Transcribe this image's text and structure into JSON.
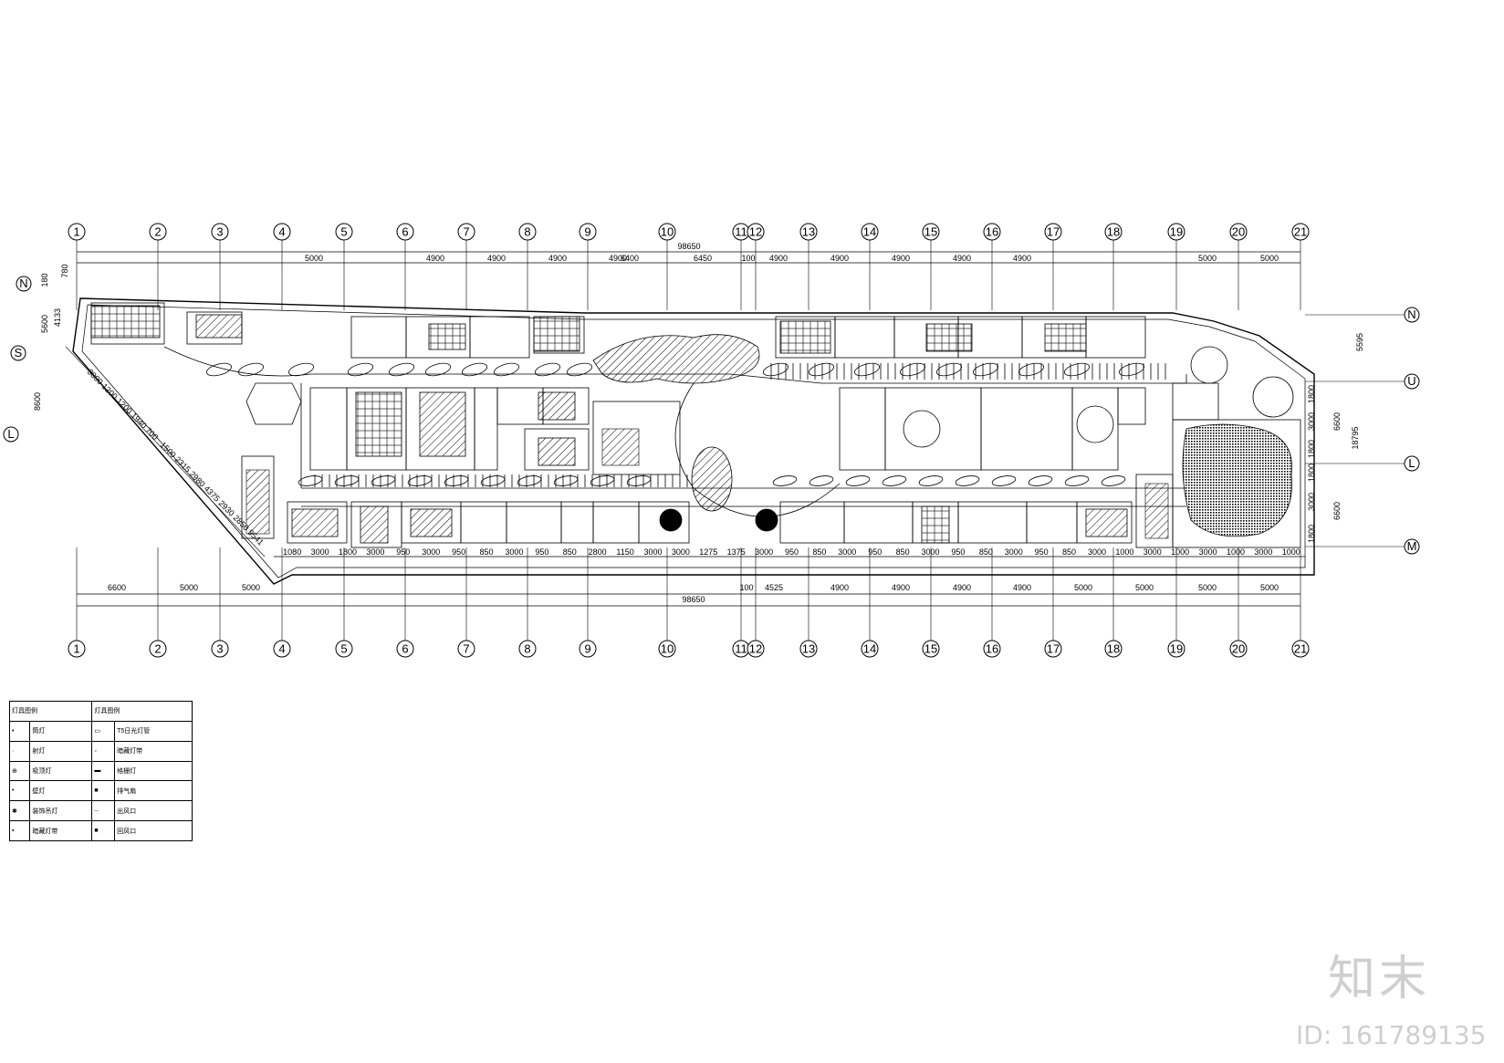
{
  "drawing": {
    "grid_top": [
      "1",
      "2",
      "3",
      "4",
      "5",
      "6",
      "7",
      "8",
      "9",
      "10",
      "11",
      "12",
      "13",
      "14",
      "15",
      "16",
      "17",
      "18",
      "19",
      "20",
      "21"
    ],
    "grid_side_right": [
      "N",
      "U",
      "L",
      "M"
    ],
    "grid_side_left": [
      "N",
      "S",
      "L"
    ],
    "overall_dim": "98650",
    "top_dims": [
      "5000",
      "4900",
      "4900",
      "4900",
      "4900",
      "6400",
      "6450",
      "100",
      "4900",
      "4900",
      "4900",
      "4900",
      "4900"
    ],
    "top_dims_right": [
      "5000",
      "5000"
    ],
    "bottom_dims_row1": [
      "1080",
      "3000",
      "1800",
      "3000",
      "950",
      "3000",
      "950",
      "850",
      "3000",
      "950",
      "850",
      "2800",
      "1150",
      "3000",
      "3000",
      "1275",
      "1375",
      "3000",
      "950",
      "850",
      "3000",
      "950",
      "850",
      "3000",
      "950",
      "850",
      "3000",
      "950",
      "850",
      "3000",
      "1000",
      "3000",
      "1000",
      "3000",
      "1000",
      "3000",
      "1000"
    ],
    "bottom_dims_row2": [
      "6600",
      "5000",
      "5000",
      "100",
      "4525",
      "4900",
      "4900",
      "4900",
      "4900",
      "5000",
      "5000",
      "5000",
      "5000"
    ],
    "right_dims": [
      "5595",
      "1800",
      "3000",
      "1800",
      "1800",
      "3000",
      "1800",
      "6600",
      "6600",
      "18795"
    ],
    "left_dims": [
      "5600",
      "4133",
      "8600",
      "780",
      "180"
    ],
    "diag_dims": [
      "3000",
      "1200",
      "1200",
      "1940",
      "700",
      "1500",
      "2315",
      "2980",
      "4375",
      "2930",
      "2850",
      "9541"
    ]
  },
  "legend": {
    "headers": [
      "灯具图例",
      "灯具图例"
    ],
    "rows": [
      [
        "筒灯",
        "T5日光灯管"
      ],
      [
        "射灯",
        "暗藏灯带"
      ],
      [
        "吸顶灯",
        "格栅灯"
      ],
      [
        "壁灯",
        "排气扇"
      ],
      [
        "装饰吊灯",
        "出风口"
      ],
      [
        "暗藏灯带",
        "回风口"
      ]
    ]
  },
  "watermark": {
    "logo": "知末",
    "id": "ID: 161789135"
  }
}
